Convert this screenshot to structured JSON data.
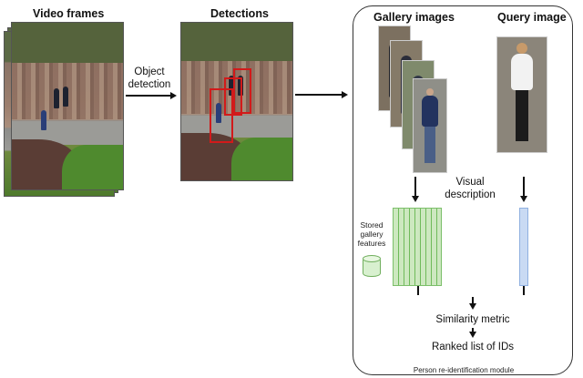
{
  "labels": {
    "video_frames": "Video frames",
    "detections": "Detections",
    "object_detection_line1": "Object",
    "object_detection_line2": "detection",
    "gallery_images": "Gallery images",
    "query_image": "Query image",
    "visual_line1": "Visual",
    "visual_line2": "description",
    "stored_line1": "Stored",
    "stored_line2": "gallery",
    "stored_line3": "features",
    "similarity_metric": "Similarity metric",
    "ranked_list": "Ranked list of IDs",
    "module_name": "Person re-identification module"
  },
  "colors": {
    "detection_box": "#d21a1a",
    "gallery_feature": "#cde8c0",
    "query_feature": "#c9daf3",
    "module_border": "#333333"
  }
}
